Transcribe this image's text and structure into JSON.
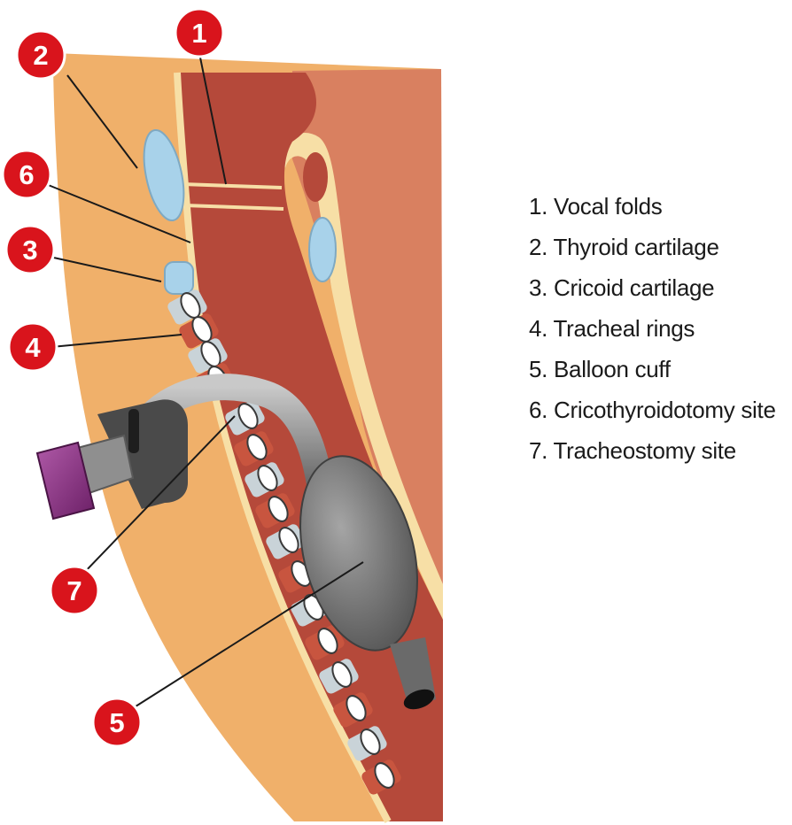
{
  "markers": [
    {
      "id": "marker-1",
      "number": "1"
    },
    {
      "id": "marker-2",
      "number": "2"
    },
    {
      "id": "marker-6",
      "number": "6"
    },
    {
      "id": "marker-3",
      "number": "3"
    },
    {
      "id": "marker-4",
      "number": "4"
    },
    {
      "id": "marker-7",
      "number": "7"
    },
    {
      "id": "marker-5",
      "number": "5"
    }
  ],
  "legend": [
    "1. Vocal folds",
    "2. Thyroid cartilage",
    "3. Cricoid cartilage",
    "4. Tracheal rings",
    "5. Balloon cuff",
    "6. Cricothyroidotomy site",
    "7. Tracheostomy site"
  ],
  "colors": {
    "marker": "#d9141c",
    "skin": "#f0b06a",
    "airway": "#b5493a",
    "tissue": "#d98060",
    "cartilage": "#a8d2ea",
    "tube": "#6f6f6f",
    "flange": "#8c2f86"
  }
}
